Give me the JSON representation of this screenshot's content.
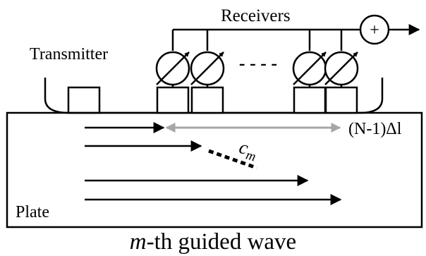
{
  "labels": {
    "receivers": "Receivers",
    "transmitter": "Transmitter",
    "plate": "Plate",
    "span": "(N-1)Δl",
    "velocity": "c",
    "velocity_sub": "m",
    "caption_italic": "m",
    "caption_rest": "-th guided wave"
  },
  "symbols": {
    "sum": "+",
    "ellipsis": "- - - -"
  },
  "colors": {
    "ink": "#000000",
    "span_arrow": "#a6a6a6"
  },
  "counts": {
    "receivers_visible": 4,
    "wave_arrows": 4
  }
}
